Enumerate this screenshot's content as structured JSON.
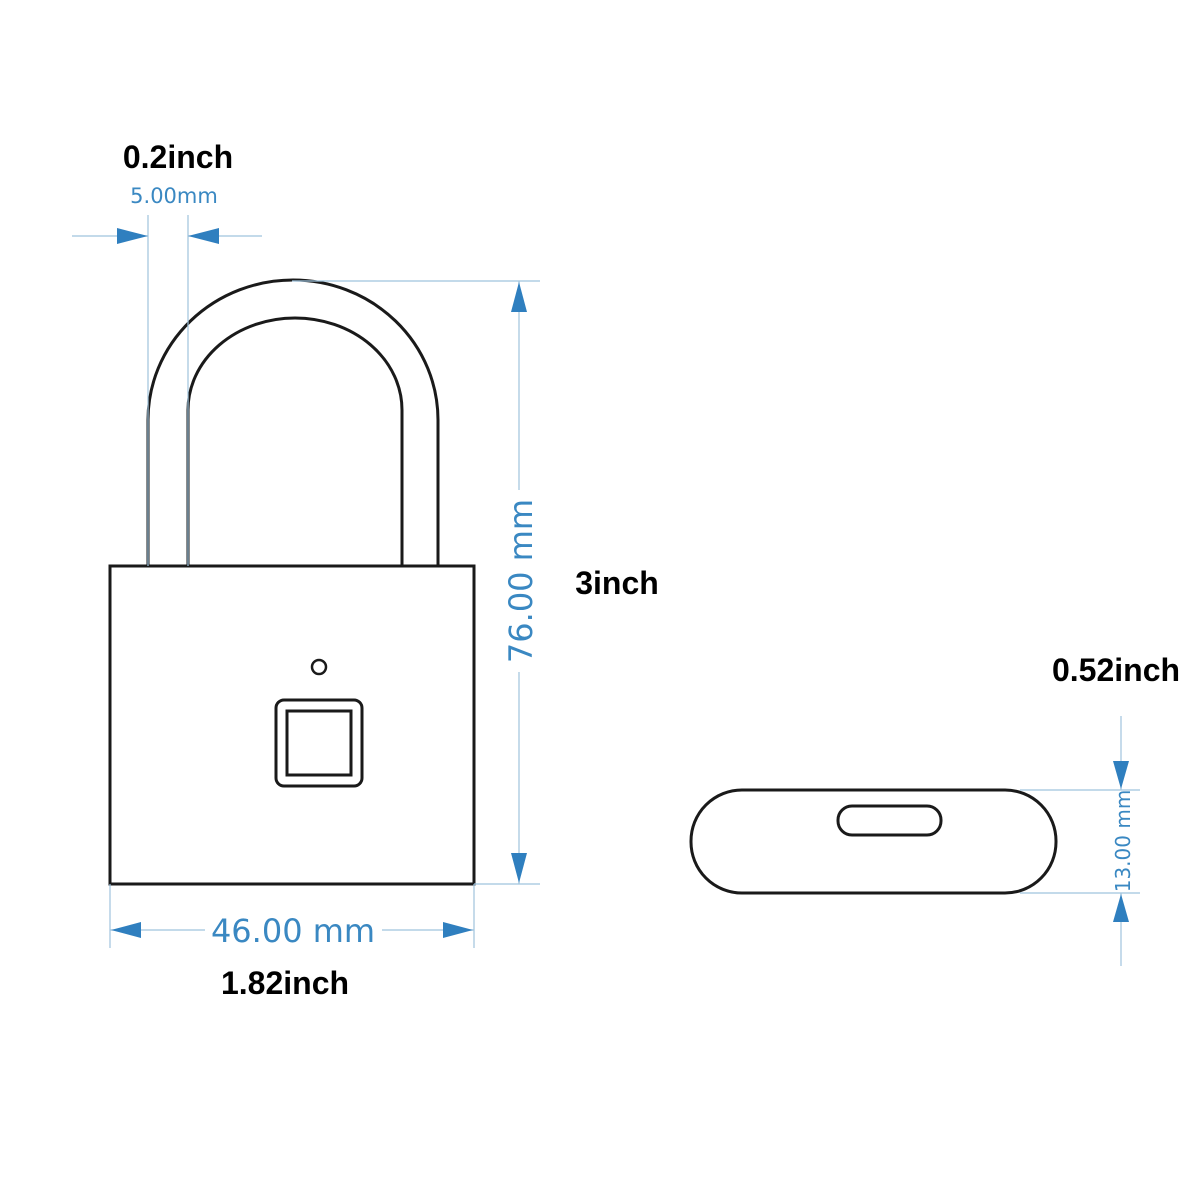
{
  "dimensions": {
    "shackle_thickness": {
      "mm": "5.00mm",
      "inch": "0.2inch"
    },
    "height": {
      "mm": "76.00 mm",
      "inch": "3inch"
    },
    "width": {
      "mm": "46.00 mm",
      "inch": "1.82inch"
    },
    "depth": {
      "mm": "13.00 mm",
      "inch": "0.52inch"
    }
  },
  "colors": {
    "outline": "#1a1a1a",
    "dimension_text": "#3a88c2",
    "dimension_arrow": "#2f7fbf",
    "extension_line": "#9fc3dd",
    "inch_text": "#000000"
  },
  "icons": {
    "fingerprint_sensor": "square-sensor-icon",
    "indicator": "led-dot-icon",
    "charging_port": "usb-port-icon"
  }
}
